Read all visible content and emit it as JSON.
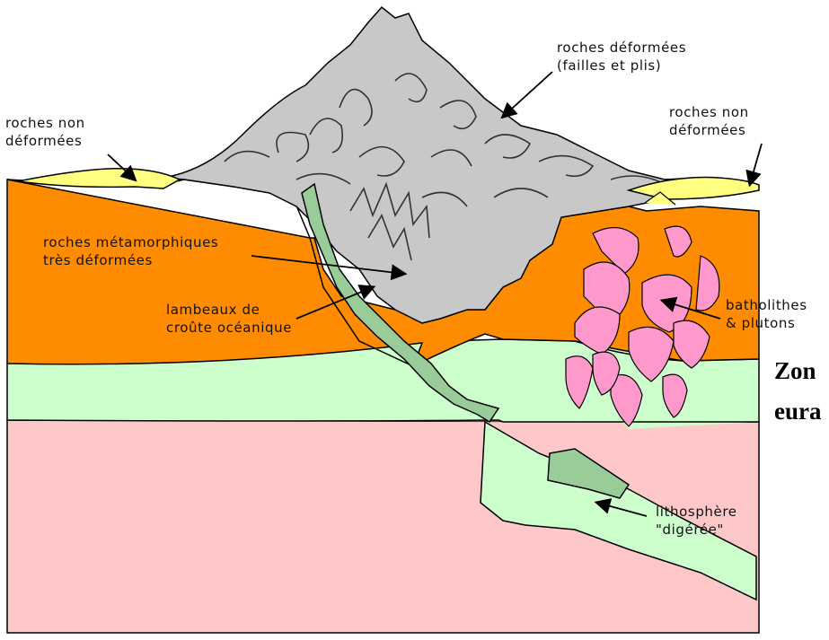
{
  "labels": {
    "unaltered_left": [
      "roches non",
      "déformées"
    ],
    "deformed": [
      "roches déformées",
      "(failles et plis)"
    ],
    "unaltered_right": [
      "roches non",
      "déformées"
    ],
    "metamorphic": [
      "roches métamorphiques",
      "très déformées"
    ],
    "ophiolite": [
      "lambeaux de",
      "croûte océanique"
    ],
    "batholiths": [
      "batholithes",
      "& plutons"
    ],
    "digested": [
      "lithosphère",
      "\"digérée\""
    ]
  },
  "side_title": [
    "Zon",
    "eura"
  ],
  "colors": {
    "orange_crust": "#FF8C00",
    "light_green_mantle": "#CCFFCC",
    "pink_asthenosphere": "#FFC8C8",
    "grey_mountain": "#C8C8C8",
    "yellow_sediment": "#FFFF80",
    "dark_green_oceanic": "#99CC99",
    "pink_pluton": "#FF99CC"
  }
}
